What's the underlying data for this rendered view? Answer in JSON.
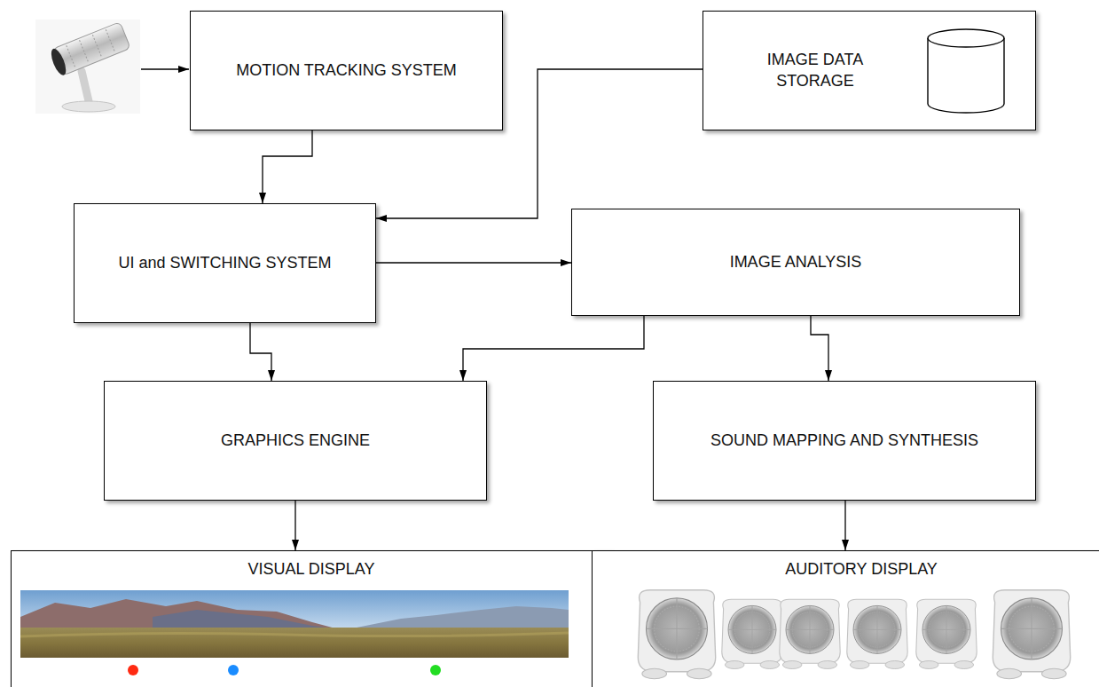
{
  "diagram": {
    "nodes": [
      {
        "text": [
          "MOTION TRACKING SYSTEM"
        ]
      },
      {
        "text": [
          "IMAGE DATA STORAGE"
        ]
      },
      {
        "text": [
          "UI and SWITCHING SYSTEM"
        ]
      },
      {
        "text": [
          "IMAGE ANALYSIS"
        ]
      },
      {
        "text": [
          "GRAPHICS ENGINE"
        ]
      },
      {
        "text": [
          "SOUND MAPPING AND SYNTHESIS"
        ]
      },
      {
        "text": [
          "VISUAL DISPLAY"
        ]
      },
      {
        "text": [
          "AUDITORY DISPLAY"
        ]
      }
    ],
    "edges": [
      {
        "from": 0,
        "to": 2,
        "arrow": "to"
      },
      {
        "from": 1,
        "to": 2,
        "arrow": "to"
      },
      {
        "from": 2,
        "to": 3,
        "arrow": "to"
      },
      {
        "from": 2,
        "to": 4,
        "arrow": "to"
      },
      {
        "from": 3,
        "to": 4,
        "arrow": "to"
      },
      {
        "from": 3,
        "to": 5,
        "arrow": "to"
      },
      {
        "from": 4,
        "to": 6,
        "arrow": "to"
      },
      {
        "from": 5,
        "to": 7,
        "arrow": "to"
      }
    ]
  }
}
